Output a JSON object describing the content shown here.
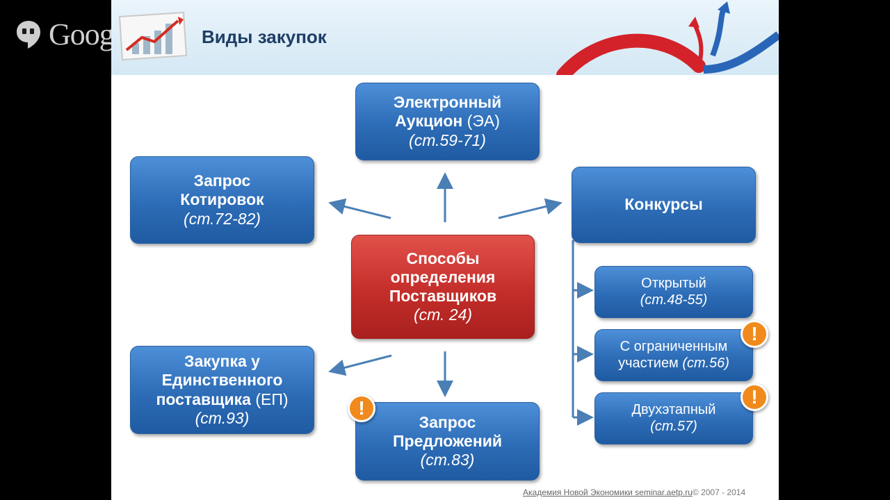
{
  "overlay": {
    "brand": "Google+"
  },
  "header": {
    "title": "Виды закупок"
  },
  "center": {
    "line1": "Способы",
    "line2": "определения",
    "line3": "Поставщиков",
    "ref": "(ст. 24)"
  },
  "auction": {
    "line1": "Электронный",
    "line2_bold": "Аукцион",
    "line2_abbr": "(ЭА)",
    "ref": "(ст.59-71)"
  },
  "quotes": {
    "line1": "Запрос",
    "line2": "Котировок",
    "ref": "(ст.72-82)"
  },
  "contests": {
    "label": "Конкурсы"
  },
  "single": {
    "line1": "Закупка у",
    "line2": "Единственного",
    "line3_bold": "поставщика",
    "line3_abbr": "(ЕП)",
    "ref": "(ст.93)"
  },
  "proposals": {
    "line1": "Запрос",
    "line2": "Предложений",
    "ref": "(ст.83)"
  },
  "open": {
    "line1": "Открытый",
    "ref": "(ст.48-55)"
  },
  "limited": {
    "line1": "С ограниченным",
    "line2": "участием",
    "ref": "(ст.56)"
  },
  "twostage": {
    "line1": "Двухэтапный",
    "ref": "(ст.57)"
  },
  "warning": {
    "symbol": "!"
  },
  "footer": {
    "link": "Академия Новой Экономики seminar.aetp.ru",
    "copy": "© 2007 - 2014"
  },
  "colors": {
    "blue": "#2d6cb6",
    "red": "#c42e2a",
    "orange": "#f08a1c",
    "title": "#1f3e66"
  }
}
